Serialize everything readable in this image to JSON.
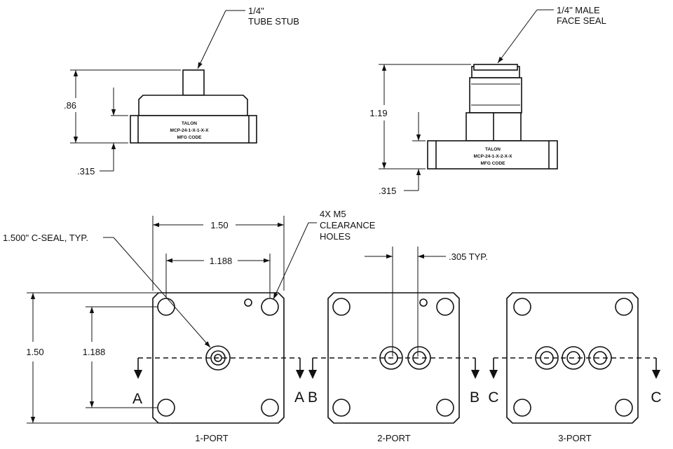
{
  "side_views": {
    "one_port": {
      "callout_line1": "1/4\"",
      "callout_line2": "TUBE STUB",
      "dim_height": ".86",
      "dim_flange": ".315",
      "label_line1": "TALON",
      "label_line2": "MCP-24-1-X-1-X-X",
      "label_line3": "MFG CODE"
    },
    "face_seal": {
      "callout_line1": "1/4\" MALE",
      "callout_line2": "FACE SEAL",
      "dim_height": "1.19",
      "dim_flange": ".315",
      "label_line1": "TALON",
      "label_line2": "MCP-24-1-X-2-X-X",
      "label_line3": "MFG CODE"
    }
  },
  "top_views": {
    "dim_width": "1.50",
    "dim_hole_spacing_x": "1.188",
    "dim_height": "1.50",
    "dim_hole_spacing_y": "1.188",
    "cseal_note": "1.500\" C-SEAL, TYP.",
    "holes_note_line1": "4X M5",
    "holes_note_line2": "CLEARANCE",
    "holes_note_line3": "HOLES",
    "port_spacing": ".305 TYP.",
    "section_a_left": "A",
    "section_a_right": "A",
    "section_b_left": "B",
    "section_b_right": "B",
    "section_c_left": "C",
    "section_c_right": "C",
    "caption_1": "1-PORT",
    "caption_2": "2-PORT",
    "caption_3": "3-PORT"
  }
}
